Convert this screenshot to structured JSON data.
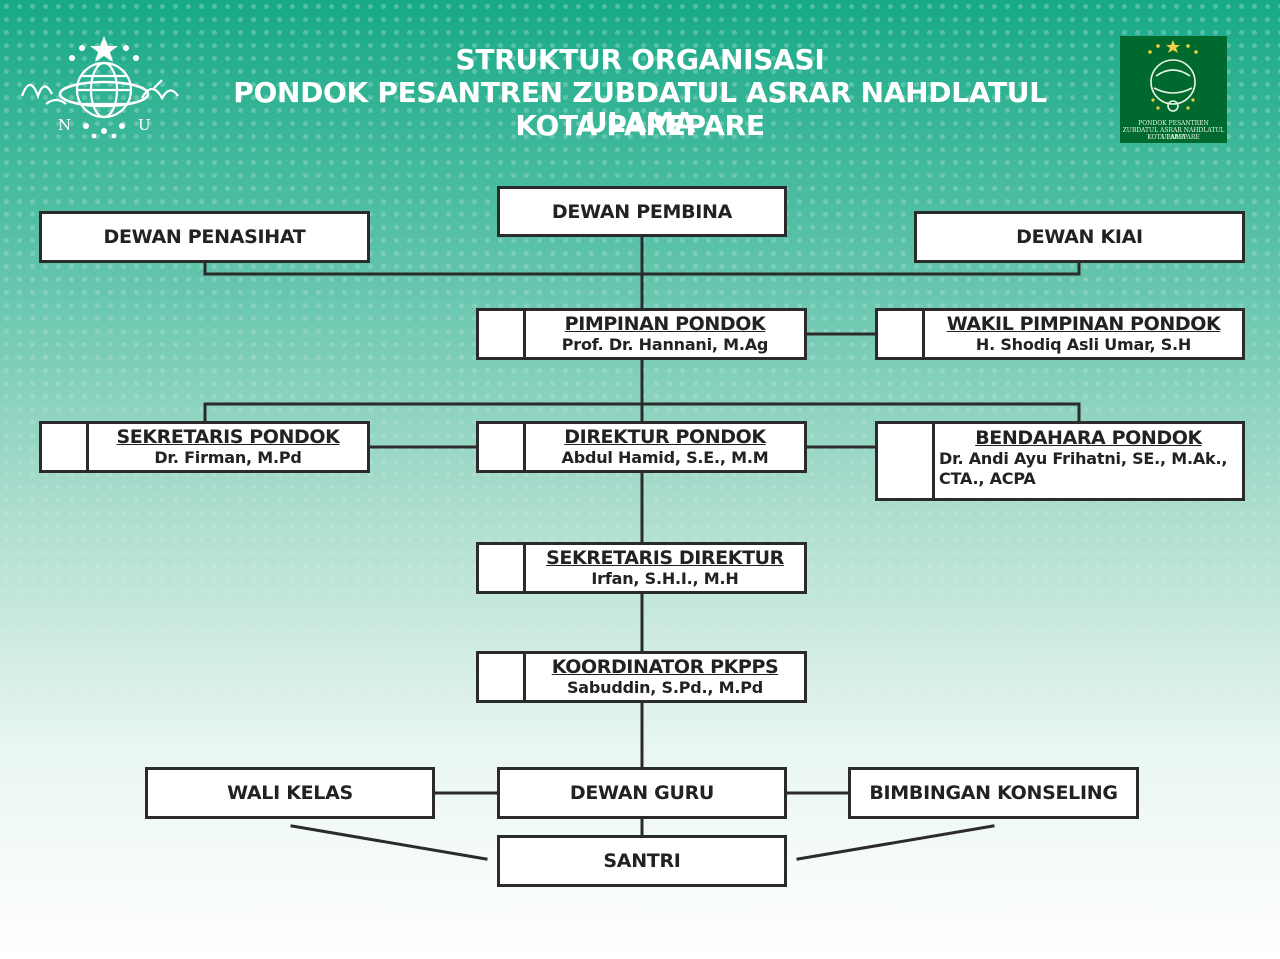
{
  "header": {
    "title_line1": "STRUKTUR ORGANISASI",
    "title_line2": "PONDOK PESANTREN ZUBDATUL ASRAR NAHDLATUL ULAMA",
    "title_line3": "KOTA PAREPARE"
  },
  "logos": {
    "left": {
      "letter_left": "N",
      "letter_right": "U"
    },
    "right": {
      "line1": "PONDOK PESANTREN",
      "line2": "ZUBDATUL ASRAR NAHDLATUL ULAMA",
      "line3": "KOTA PAREPARE"
    }
  },
  "colors": {
    "background_top": "#17a987",
    "background_bottom": "#ffffff",
    "box_border": "#2b2b2b",
    "logo_green": "#006a2e"
  },
  "nodes": {
    "dewan_pembina": "DEWAN PEMBINA",
    "dewan_penasihat": "DEWAN PENASIHAT",
    "dewan_kiai": "DEWAN KIAI",
    "pimpinan": {
      "role": "PIMPINAN PONDOK",
      "name": "Prof. Dr. Hannani, M.Ag"
    },
    "wakil": {
      "role": "WAKIL PIMPINAN PONDOK",
      "name": "H. Shodiq Asli Umar, S.H"
    },
    "sekretaris": {
      "role": "SEKRETARIS PONDOK",
      "name": "Dr. Firman, M.Pd"
    },
    "direktur": {
      "role": "DIREKTUR PONDOK",
      "name": "Abdul Hamid, S.E., M.M"
    },
    "bendahara": {
      "role": "BENDAHARA PONDOK",
      "name_line1": "Dr. Andi Ayu Frihatni, SE., M.Ak.,",
      "name_line2": "CTA., ACPA"
    },
    "sekretaris_direktur": {
      "role": "SEKRETARIS DIREKTUR",
      "name": "Irfan, S.H.I., M.H"
    },
    "koordinator": {
      "role": "KOORDINATOR PKPPS",
      "name": "Sabuddin, S.Pd., M.Pd"
    },
    "wali_kelas": "WALI KELAS",
    "dewan_guru": "DEWAN GURU",
    "bimbingan": "BIMBINGAN KONSELING",
    "santri": "SANTRI"
  }
}
